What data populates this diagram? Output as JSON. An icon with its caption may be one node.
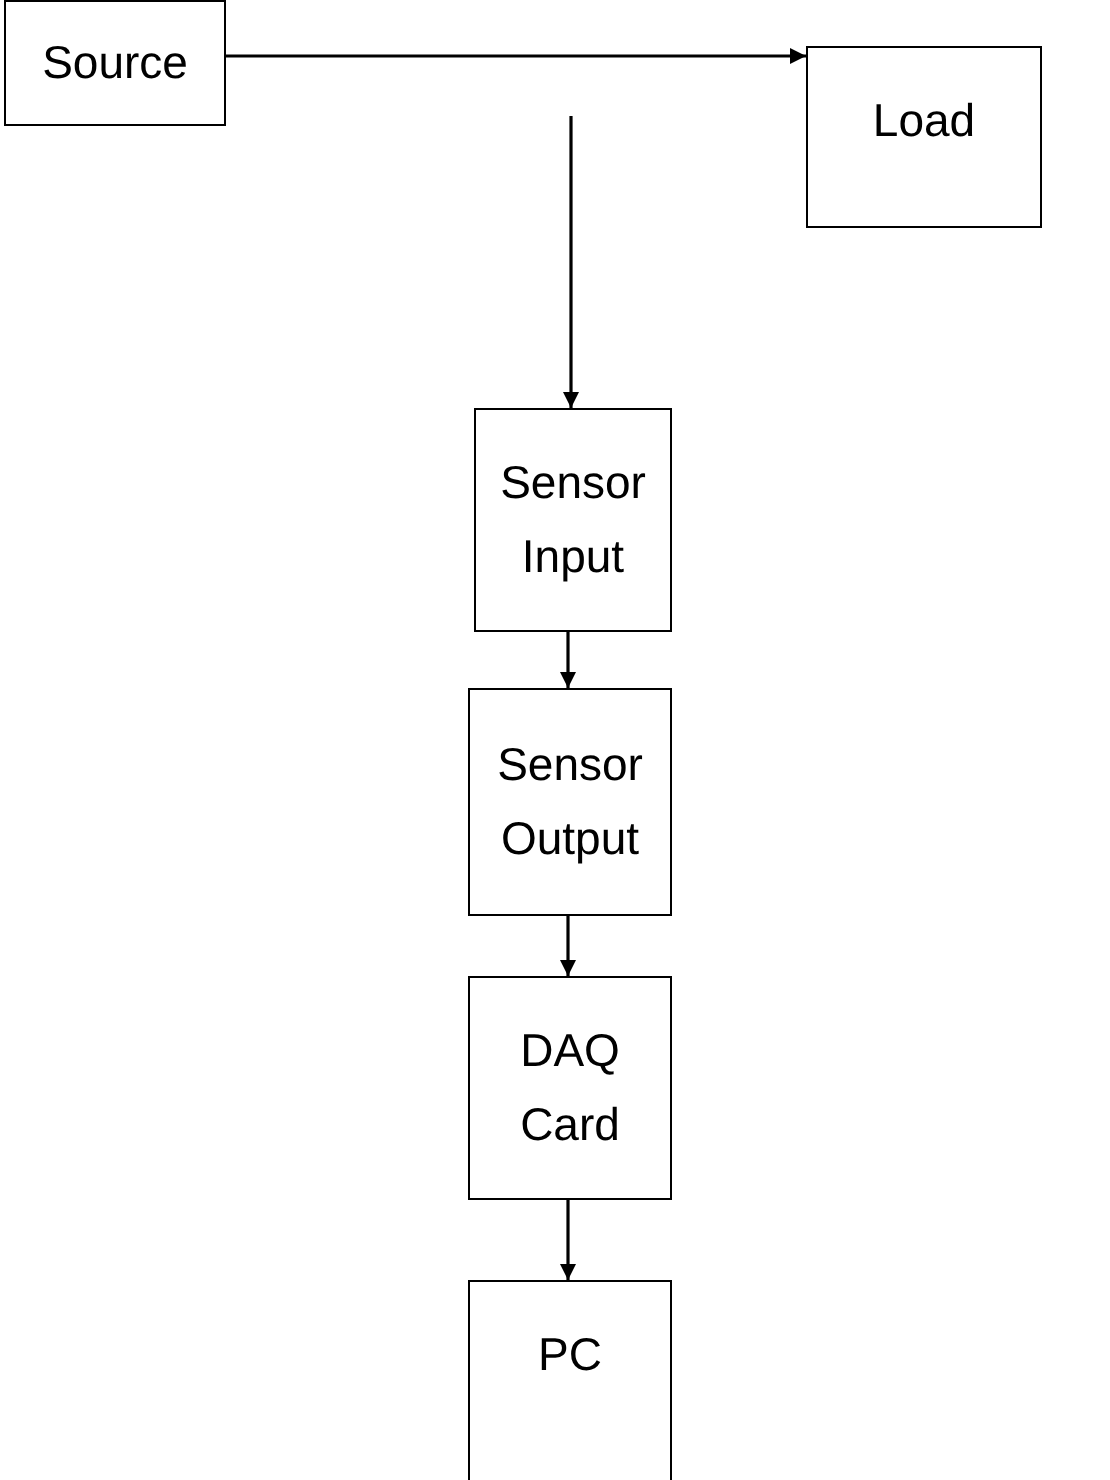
{
  "diagram": {
    "nodes": [
      {
        "text": [
          "Source"
        ]
      },
      {
        "text": [
          "Load"
        ]
      },
      {
        "text": [
          "Sensor Input"
        ]
      },
      {
        "text": [
          "Sensor Output"
        ]
      },
      {
        "text": [
          "DAQ Card"
        ]
      },
      {
        "text": [
          "PC"
        ]
      }
    ],
    "edges": [
      {
        "from": 0,
        "to": 1,
        "arrow": "to"
      },
      {
        "from": null,
        "to": 2,
        "arrow": "to"
      },
      {
        "from": 2,
        "to": 3,
        "arrow": "to"
      },
      {
        "from": 3,
        "to": 4,
        "arrow": "to"
      },
      {
        "from": 4,
        "to": 5,
        "arrow": "to"
      }
    ]
  }
}
